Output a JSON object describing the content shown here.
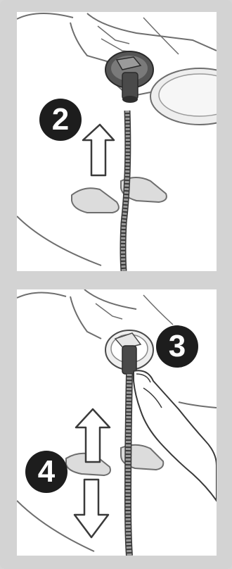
{
  "steps": {
    "step_2": "2",
    "step_3": "3",
    "step_4": "4"
  },
  "colors": {
    "frame": "#d3d3d3",
    "panel": "#ffffff",
    "line": "#6e6e6e",
    "cable": "#8a8a8a",
    "badge": "#1d1d1d",
    "badge_text": "#ffffff"
  },
  "icons": [
    "arrow-up-icon",
    "arrow-up-down-icon",
    "hand-icon",
    "cable-icon",
    "connector-icon"
  ]
}
